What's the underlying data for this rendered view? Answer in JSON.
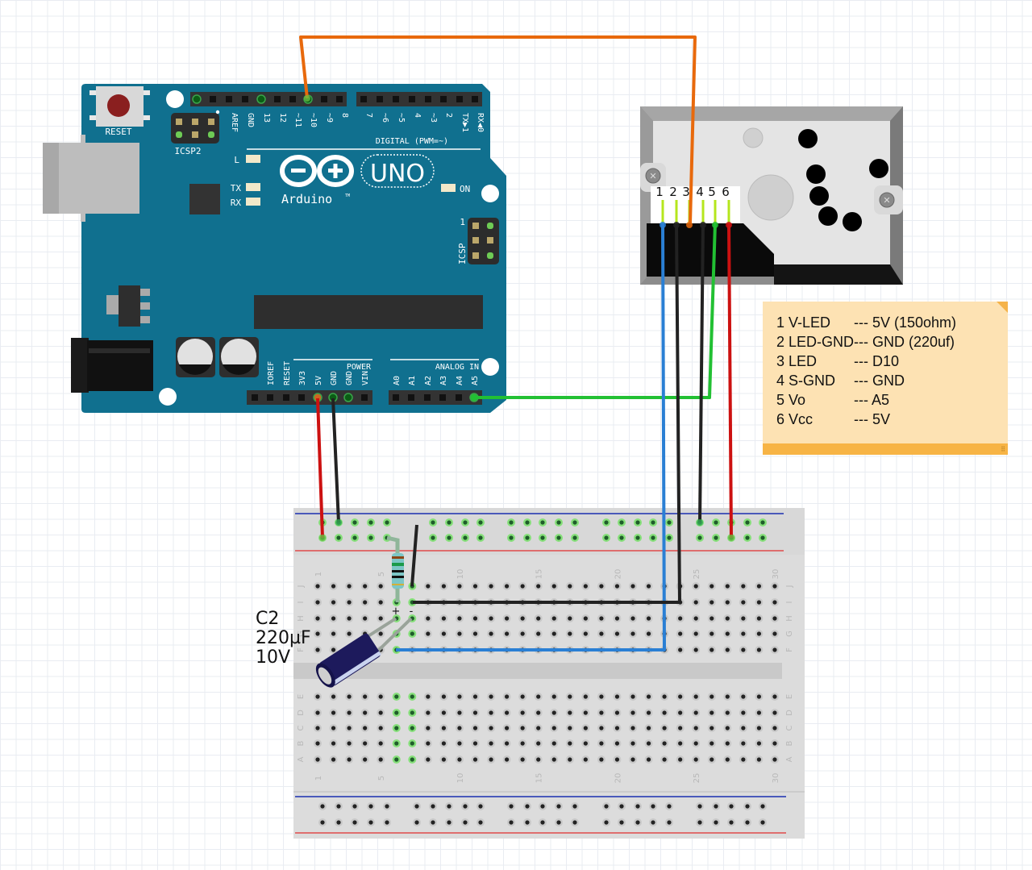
{
  "diagram": {
    "title": "Arduino UNO + Sharp GP2Y1010 dust sensor wiring",
    "colors": {
      "board": "#10708f",
      "wire_orange": "#e8690c",
      "wire_red": "#cc1111",
      "wire_black": "#222222",
      "wire_green": "#22c033",
      "wire_blue": "#2a7fd4",
      "note_bg": "#fde2b3",
      "note_bar": "#f7b445",
      "breadboard": "#dcdcdc"
    }
  },
  "arduino": {
    "reset_label": "RESET",
    "icsp2_label": "ICSP2",
    "icsp_label": "ICSP",
    "icsp_pin1": "1",
    "led_l": "L",
    "led_tx": "TX",
    "led_rx": "RX",
    "led_on": "ON",
    "logo_text": "Arduino",
    "logo_tm": "TM",
    "model": "UNO",
    "digital_header": "DIGITAL (PWM=~)",
    "digital_pins": [
      "AREF",
      "GND",
      "13",
      "12",
      "~11",
      "~10",
      "~9",
      "8",
      "7",
      "~6",
      "~5",
      "4",
      "~3",
      "2",
      "TX▶1",
      "RX◀0"
    ],
    "power_header": "POWER",
    "power_pins": [
      "IOREF",
      "RESET",
      "3V3",
      "5V",
      "GND",
      "GND",
      "VIN"
    ],
    "analog_header": "ANALOG IN",
    "analog_pins": [
      "A0",
      "A1",
      "A2",
      "A3",
      "A4",
      "A5"
    ]
  },
  "sensor": {
    "pin_numbers": [
      "1",
      "2",
      "3",
      "4",
      "5",
      "6"
    ]
  },
  "note": {
    "lines": [
      {
        "pin": "1 V-LED",
        "conn": "--- 5V (150ohm)"
      },
      {
        "pin": "2 LED-GND",
        "conn": "--- GND (220uf)"
      },
      {
        "pin": "3 LED",
        "conn": "--- D10"
      },
      {
        "pin": "4 S-GND",
        "conn": "--- GND"
      },
      {
        "pin": "5 Vo",
        "conn": "--- A5"
      },
      {
        "pin": "6 Vcc",
        "conn": "--- 5V"
      }
    ]
  },
  "capacitor": {
    "name": "C2",
    "capacitance": "220µF",
    "voltage": "10V",
    "plus": "+",
    "minus": "-"
  },
  "breadboard": {
    "column_labels": [
      "1",
      "5",
      "10",
      "15",
      "20",
      "25",
      "30"
    ],
    "row_labels_top": [
      "J",
      "I",
      "H",
      "G",
      "F"
    ],
    "row_labels_bottom": [
      "E",
      "D",
      "C",
      "B",
      "A"
    ]
  }
}
